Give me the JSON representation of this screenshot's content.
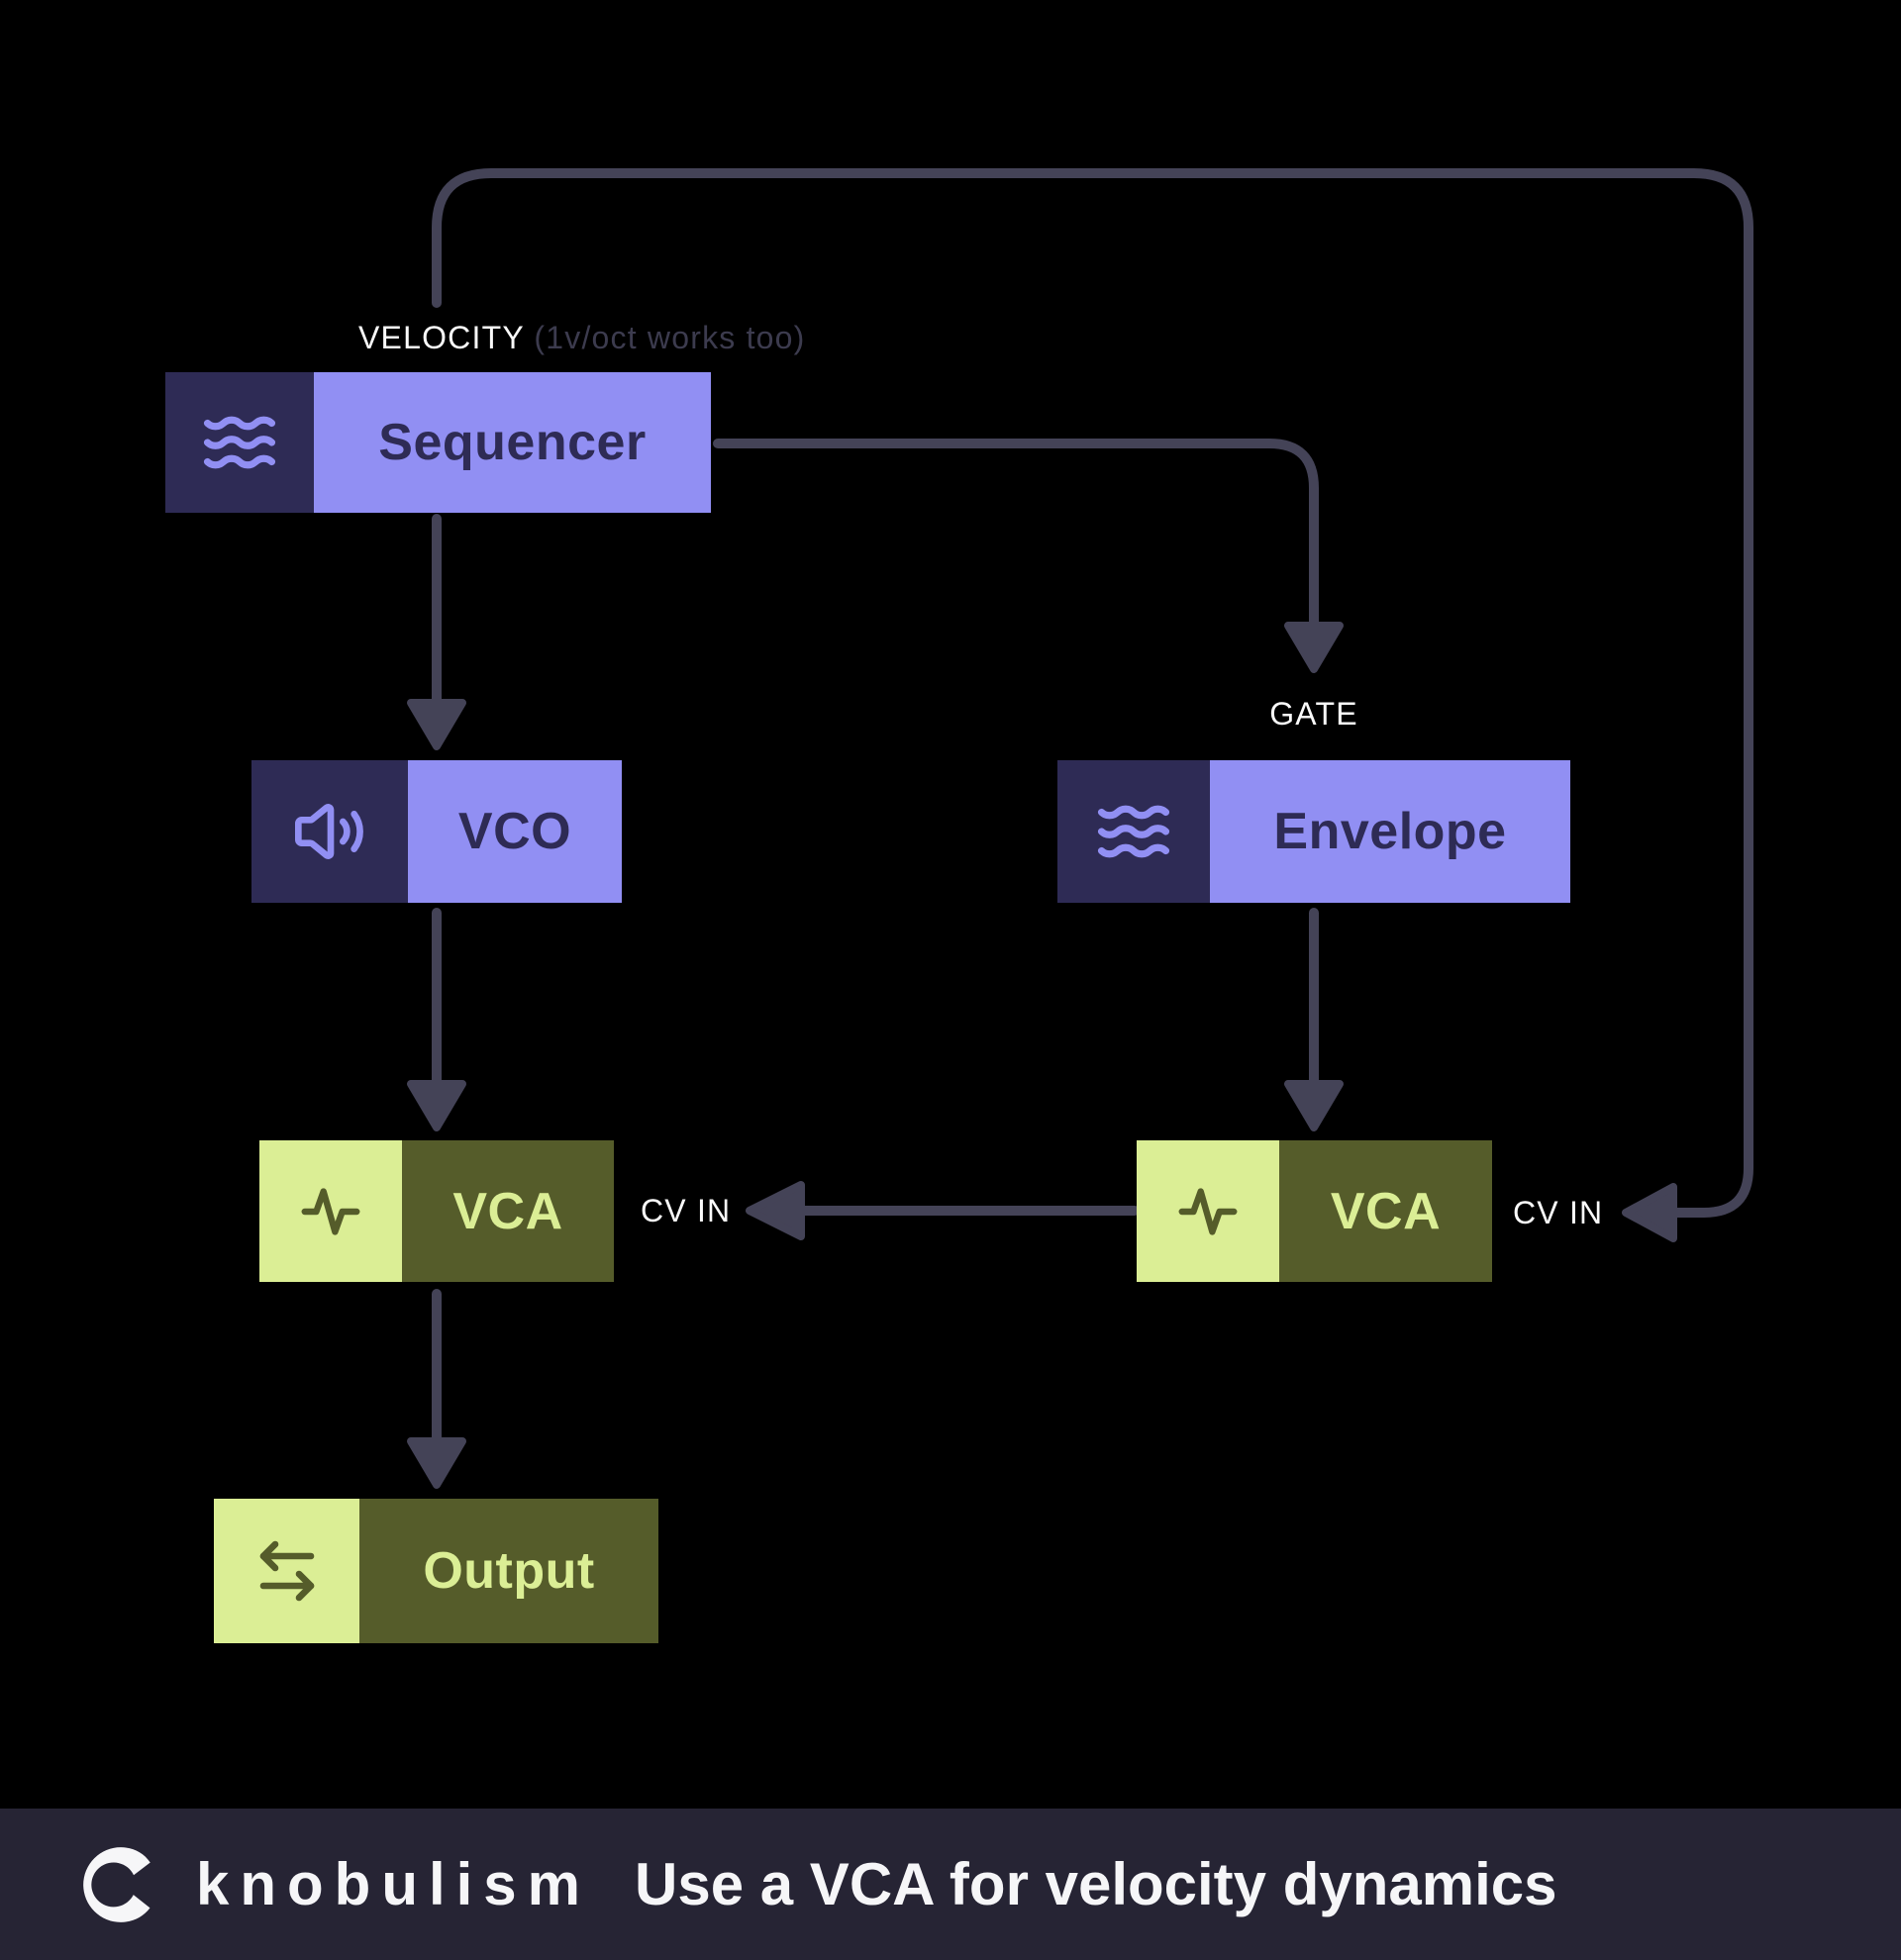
{
  "palette": {
    "background": "#000000",
    "purple_light": "#918FF3",
    "purple_dark": "#2E2B55",
    "green_light": "#DBEE95",
    "green_dark": "#555C2A",
    "wire": "#444357",
    "footer_bar": "#262434",
    "label_white": "#FAFAFA",
    "label_muted": "#3C3B4E"
  },
  "annotations": {
    "velocity_strong": "VELOCITY",
    "velocity_muted": "(1v/oct works too)",
    "gate": "GATE",
    "cv_in_left": "CV IN",
    "cv_in_right": "CV IN"
  },
  "modules": {
    "sequencer": {
      "label": "Sequencer",
      "icon": "waves-icon"
    },
    "vco": {
      "label": "VCO",
      "icon": "speaker-icon"
    },
    "envelope": {
      "label": "Envelope",
      "icon": "waves-icon"
    },
    "vca_left": {
      "label": "VCA",
      "icon": "pulse-icon"
    },
    "vca_right": {
      "label": "VCA",
      "icon": "pulse-icon"
    },
    "output": {
      "label": "Output",
      "icon": "transfer-arrows-icon"
    }
  },
  "footer": {
    "brand": "knobulism",
    "title": "Use a VCA for velocity dynamics"
  }
}
